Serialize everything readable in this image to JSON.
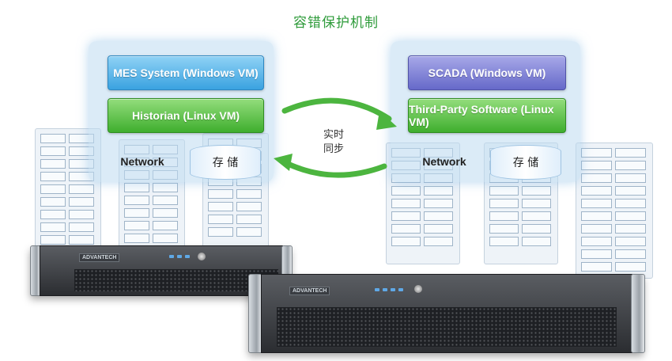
{
  "title": "容错保护机制",
  "left": {
    "vm_top": "MES System (Windows VM)",
    "vm_bottom": "Historian (Linux VM)",
    "network": "Network",
    "storage": "存 储"
  },
  "right": {
    "vm_top": "SCADA (Windows VM)",
    "vm_bottom": "Third-Party Software (Linux VM)",
    "network": "Network",
    "storage": "存 储"
  },
  "sync_label_line1": "实时",
  "sync_label_line2": "同步",
  "server_brand": "ADVANTECH",
  "colors": {
    "title": "#2e9b3a",
    "vm_blue": "#3aa2e0",
    "vm_green": "#3fae2e",
    "vm_purple": "#6669c9",
    "arrow": "#4cb53f"
  }
}
